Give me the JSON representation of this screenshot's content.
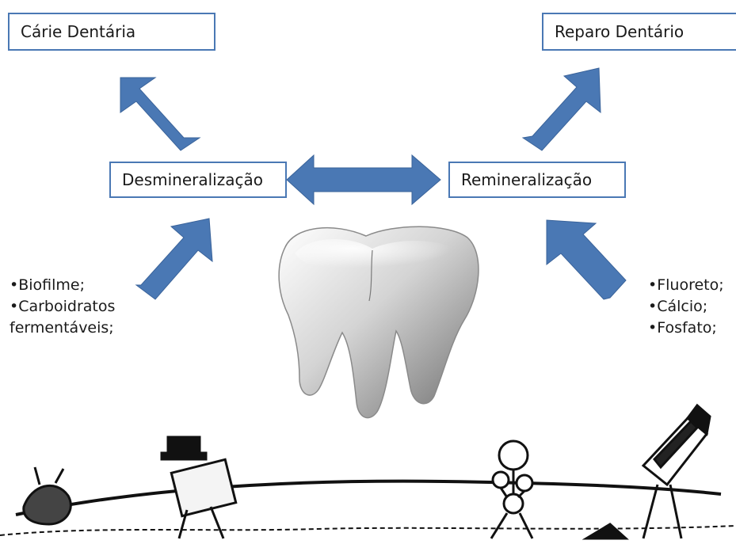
{
  "boxes": {
    "carie": "Cárie Dentária",
    "reparo": "Reparo Dentário",
    "desmineralizacao": "Desmineralização",
    "remineralizacao": "Remineralização"
  },
  "factors_left": [
    "•Biofilme;",
    "•Carboidratos",
    "fermentáveis;"
  ],
  "factors_right": [
    "•Fluoreto;",
    "•Cálcio;",
    "•Fosfato;"
  ],
  "colors": {
    "arrow": "#4a78b4",
    "box_border": "#4a78b4"
  },
  "icons": {
    "center": "molar-tooth-icon",
    "bottom": "tug-of-war-cartoon"
  }
}
